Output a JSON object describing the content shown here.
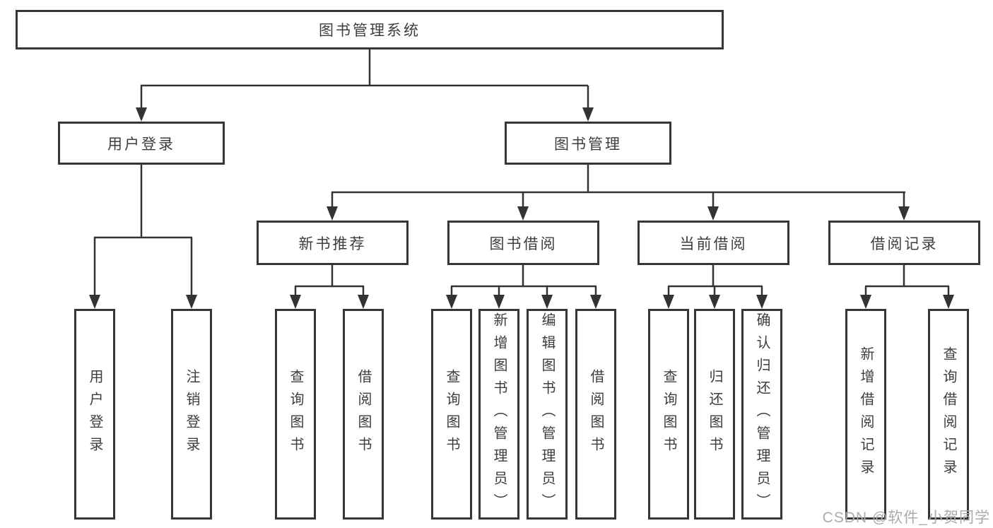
{
  "diagram_title": "图书管理系统",
  "tree": {
    "label": "图书管理系统",
    "children": [
      {
        "label": "用户登录",
        "children": [
          {
            "label": "用户登录"
          },
          {
            "label": "注销登录"
          }
        ]
      },
      {
        "label": "图书管理",
        "children": [
          {
            "label": "新书推荐",
            "children": [
              {
                "label": "查询图书"
              },
              {
                "label": "借阅图书"
              }
            ]
          },
          {
            "label": "图书借阅",
            "children": [
              {
                "label": "查询图书"
              },
              {
                "label": "新增图书（管理员）"
              },
              {
                "label": "编辑图书（管理员）"
              },
              {
                "label": "借阅图书"
              }
            ]
          },
          {
            "label": "当前借阅",
            "children": [
              {
                "label": "查询图书"
              },
              {
                "label": "归还图书"
              },
              {
                "label": "确认归还（管理员）"
              }
            ]
          },
          {
            "label": "借阅记录",
            "children": [
              {
                "label": "新增借阅记录"
              },
              {
                "label": "查询借阅记录"
              }
            ]
          }
        ]
      }
    ]
  },
  "watermark": {
    "text": "CSDN @软件_小贺同学"
  },
  "colors": {
    "line": "#363636",
    "text": "#3d3d3d",
    "background": "#ffffff",
    "watermark": "#ababab"
  }
}
